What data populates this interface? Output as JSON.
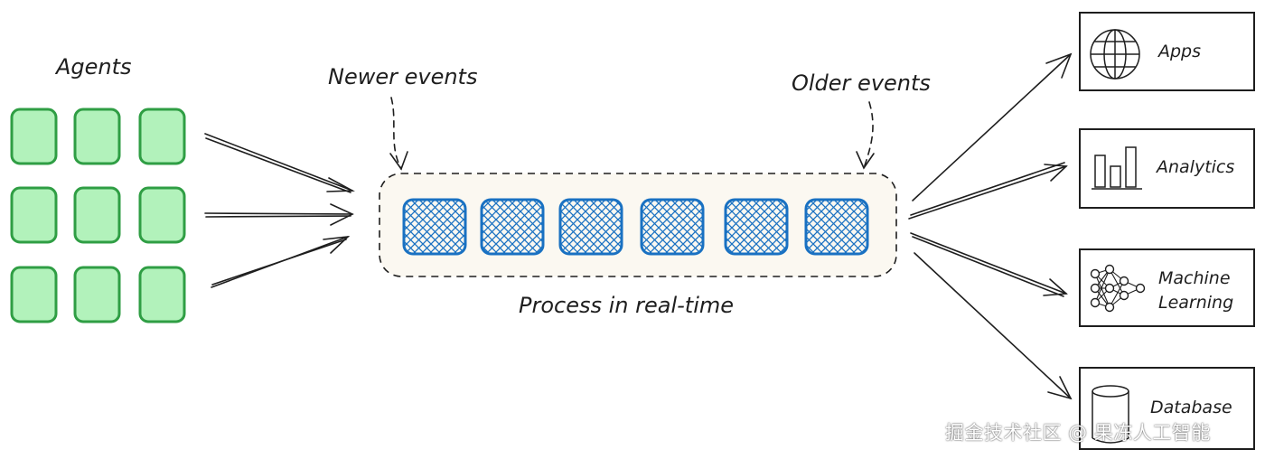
{
  "labels": {
    "agents": "Agents",
    "newer_events": "Newer events",
    "older_events": "Older events",
    "process": "Process in real-time"
  },
  "outputs": [
    {
      "label_lines": [
        "Apps"
      ],
      "icon": "globe-icon"
    },
    {
      "label_lines": [
        "Analytics"
      ],
      "icon": "bar-chart-icon"
    },
    {
      "label_lines": [
        "Machine",
        "Learning"
      ],
      "icon": "neural-network-icon"
    },
    {
      "label_lines": [
        "Database"
      ],
      "icon": "cylinder-icon"
    }
  ],
  "agents_grid": {
    "rows": 3,
    "cols": 3
  },
  "event_count": 6,
  "watermark": "掘金技术社区 @ 果冻人工智能",
  "colors": {
    "agent_fill": "#b2f2bb",
    "agent_stroke": "#2f9e44",
    "event_stroke": "#1971c2",
    "event_hatch": "#1971c2",
    "stream_fill": "#fbf8f1",
    "ink": "#1e1e1e"
  }
}
